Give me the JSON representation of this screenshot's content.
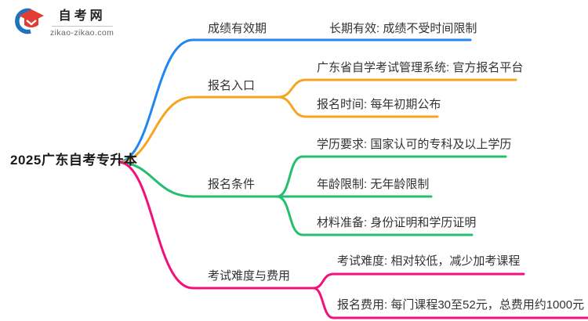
{
  "logo": {
    "site_name": "自考网",
    "site_url": "zikao-zikao.com",
    "icon": "graduation-cap-icon"
  },
  "root": {
    "label": "2025广东自考专升本"
  },
  "branches": [
    {
      "label": "成绩有效期",
      "color": "#2086f0",
      "children": [
        "长期有效: 成绩不受时间限制"
      ]
    },
    {
      "label": "报名入口",
      "color": "#f7a421",
      "children": [
        "广东省自学考试管理系统: 官方报名平台",
        "报名时间: 每年初期公布"
      ]
    },
    {
      "label": "报名条件",
      "color": "#23bf6e",
      "children": [
        "学历要求: 国家认可的专科及以上学历",
        "年龄限制: 无年龄限制",
        "材料准备: 身份证明和学历证明"
      ]
    },
    {
      "label": "考试难度与费用",
      "color": "#f2107c",
      "children": [
        "考试难度: 相对较低，减少加考课程",
        "报名费用: 每门课程30至52元，总费用约1000元"
      ]
    }
  ]
}
